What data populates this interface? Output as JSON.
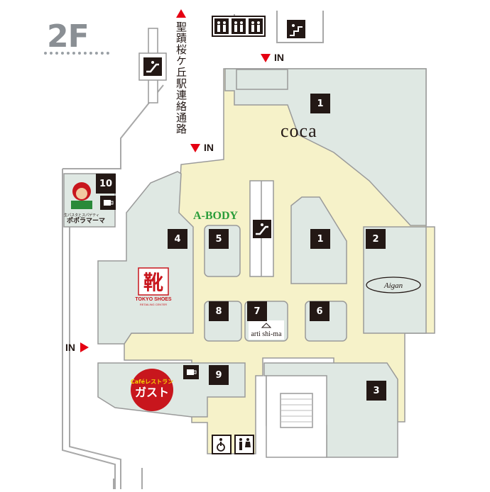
{
  "floor_label": "2F",
  "connection_label": "聖蹟桜ケ丘駅連絡通路",
  "entrances": [
    "IN",
    "IN",
    "IN"
  ],
  "shops": [
    {
      "number": "1",
      "name": "coca"
    },
    {
      "number": "1",
      "name": ""
    },
    {
      "number": "2",
      "name": "Aigan"
    },
    {
      "number": "3",
      "name": ""
    },
    {
      "number": "4",
      "name": "TOKYO SHOES",
      "sub": "RETAILING CENTER",
      "logo_text": "靴"
    },
    {
      "number": "5",
      "name": "A-BODY"
    },
    {
      "number": "6",
      "name": ""
    },
    {
      "number": "7",
      "name": "arti shi-ma"
    },
    {
      "number": "8",
      "name": ""
    },
    {
      "number": "9",
      "name": "ガスト",
      "sub": "Café レストラン"
    },
    {
      "number": "10",
      "name": "ポポラマーマ",
      "sub": "生パスタとスパゲティ"
    }
  ],
  "icons": [
    "restroom-icon",
    "escalator-icon",
    "stairs-icon",
    "cafe-icon",
    "accessible-icon",
    "toilet-icon"
  ],
  "colors": {
    "shop_fill": "#dfe8e3",
    "corridor_fill": "#f6f2c9",
    "outline": "#9a9a9a",
    "marker": "#e50012"
  }
}
